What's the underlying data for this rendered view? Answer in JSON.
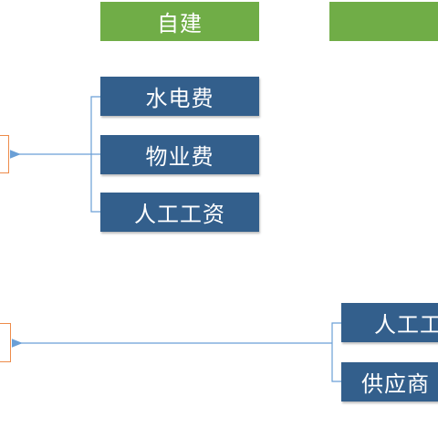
{
  "headers": {
    "self_build": "自建",
    "right_header": ""
  },
  "group_top": {
    "items": [
      "水电费",
      "物业费",
      "人工工资"
    ]
  },
  "group_bottom": {
    "items": [
      "人工工",
      "供应商"
    ]
  },
  "colors": {
    "header_green": "#70ad47",
    "box_blue": "#335f8c",
    "connector_blue": "#6a9fd6",
    "target_orange": "#ed8b4a"
  }
}
